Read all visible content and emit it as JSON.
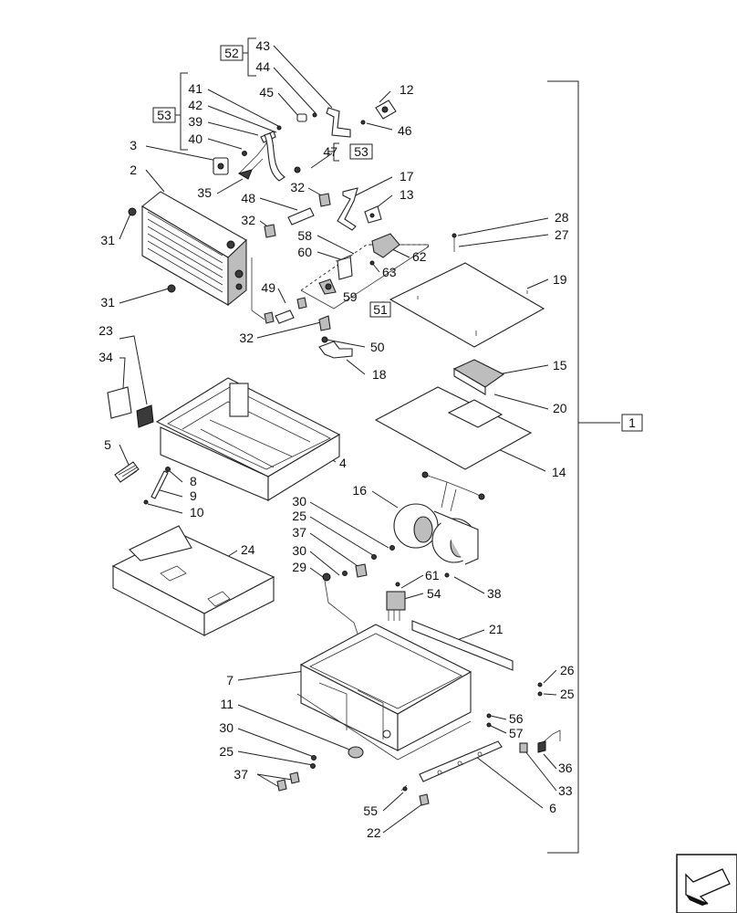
{
  "labels": {
    "p1": "1",
    "p2": "2",
    "p3": "3",
    "p4": "4",
    "p5": "5",
    "p6": "6",
    "p7": "7",
    "p8": "8",
    "p9": "9",
    "p10": "10",
    "p11": "11",
    "p12": "12",
    "p13": "13",
    "p14": "14",
    "p15": "15",
    "p16": "16",
    "p17": "17",
    "p18": "18",
    "p19": "19",
    "p20": "20",
    "p21": "21",
    "p22": "22",
    "p23": "23",
    "p24": "24",
    "p25": "25",
    "p26": "26",
    "p27": "27",
    "p28": "28",
    "p29": "29",
    "p30": "30",
    "p31": "31",
    "p32": "32",
    "p33": "33",
    "p34": "34",
    "p35": "35",
    "p36": "36",
    "p37": "37",
    "p38": "38",
    "p39": "39",
    "p40": "40",
    "p41": "41",
    "p42": "42",
    "p43": "43",
    "p44": "44",
    "p45": "45",
    "p46": "46",
    "p47": "47",
    "p48": "48",
    "p49": "49",
    "p50": "50",
    "p51": "51",
    "p52": "52",
    "p53": "53",
    "p54": "54",
    "p55": "55",
    "p56": "56",
    "p57": "57",
    "p58": "58",
    "p59": "59",
    "p60": "60",
    "p61": "61",
    "p62": "62",
    "p63": "63"
  },
  "nav_icon": "arrow-back-icon"
}
